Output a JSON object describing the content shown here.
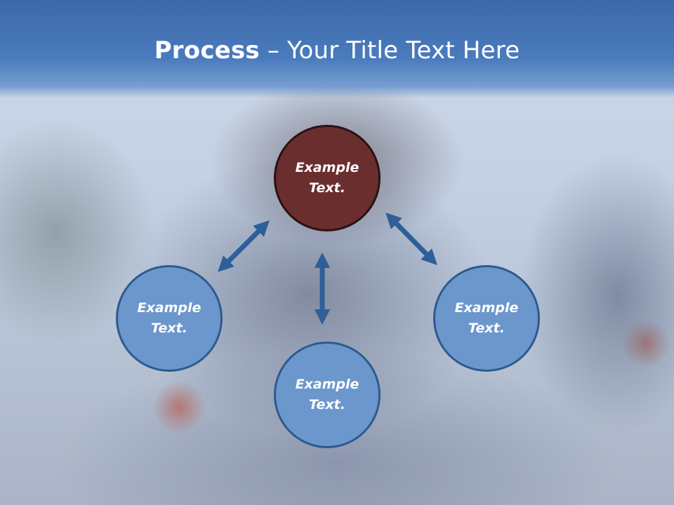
{
  "slide": {
    "title_bold": "Process",
    "title_rest": " – Your Title Text Here"
  },
  "nodes": {
    "top": {
      "line1": "Example",
      "line2": "Text."
    },
    "left": {
      "line1": "Example",
      "line2": "Text."
    },
    "bottom": {
      "line1": "Example",
      "line2": "Text."
    },
    "right": {
      "line1": "Example",
      "line2": "Text."
    }
  },
  "colors": {
    "header": "#4a7bbd",
    "node_blue": "#6b97cc",
    "node_accent": "#6b2e2e",
    "arrow": "#2e5f98"
  }
}
